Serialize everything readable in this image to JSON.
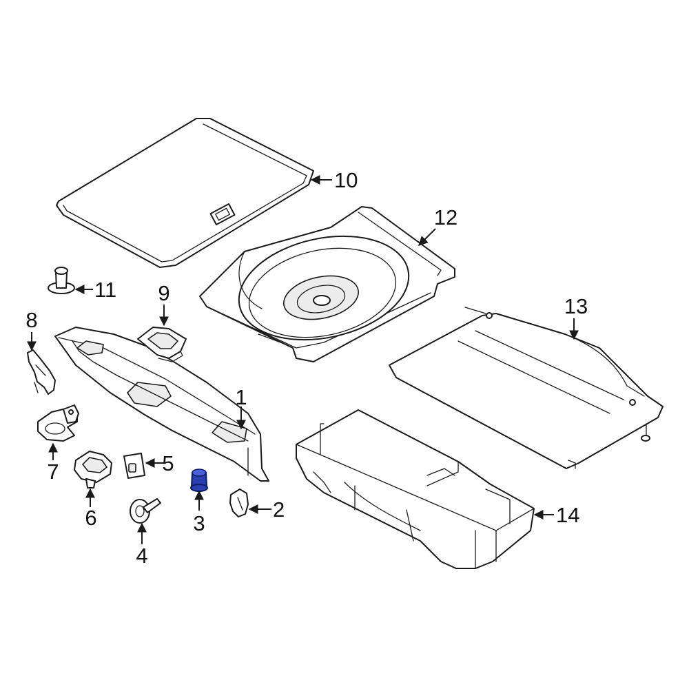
{
  "colors": {
    "line": "#1a1a1a",
    "highlight": "#2a3eb0",
    "background": "#ffffff"
  },
  "highlighted_part": "3",
  "callouts": [
    {
      "id": "c1",
      "label": "1"
    },
    {
      "id": "c2",
      "label": "2"
    },
    {
      "id": "c3",
      "label": "3"
    },
    {
      "id": "c4",
      "label": "4"
    },
    {
      "id": "c5",
      "label": "5"
    },
    {
      "id": "c6",
      "label": "6"
    },
    {
      "id": "c7",
      "label": "7"
    },
    {
      "id": "c8",
      "label": "8"
    },
    {
      "id": "c9",
      "label": "9"
    },
    {
      "id": "c10",
      "label": "10"
    },
    {
      "id": "c11",
      "label": "11"
    },
    {
      "id": "c12",
      "label": "12"
    },
    {
      "id": "c13",
      "label": "13"
    },
    {
      "id": "c14",
      "label": "14"
    }
  ]
}
